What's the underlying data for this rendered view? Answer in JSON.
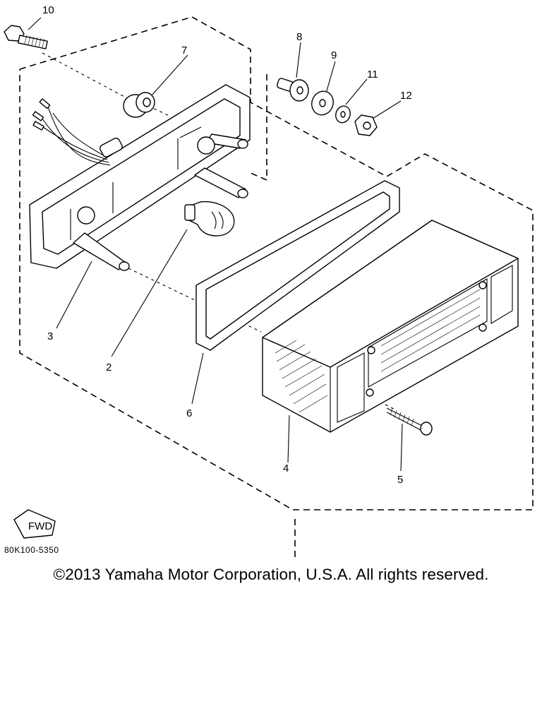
{
  "diagram": {
    "callouts": [
      "10",
      "7",
      "8",
      "9",
      "11",
      "12",
      "3",
      "2",
      "6",
      "4",
      "5"
    ],
    "fwd_label": "FWD",
    "part_code": "80K100-5350"
  },
  "footer": {
    "copyright": "©2013 Yamaha Motor Corporation, U.S.A. All rights reserved."
  }
}
